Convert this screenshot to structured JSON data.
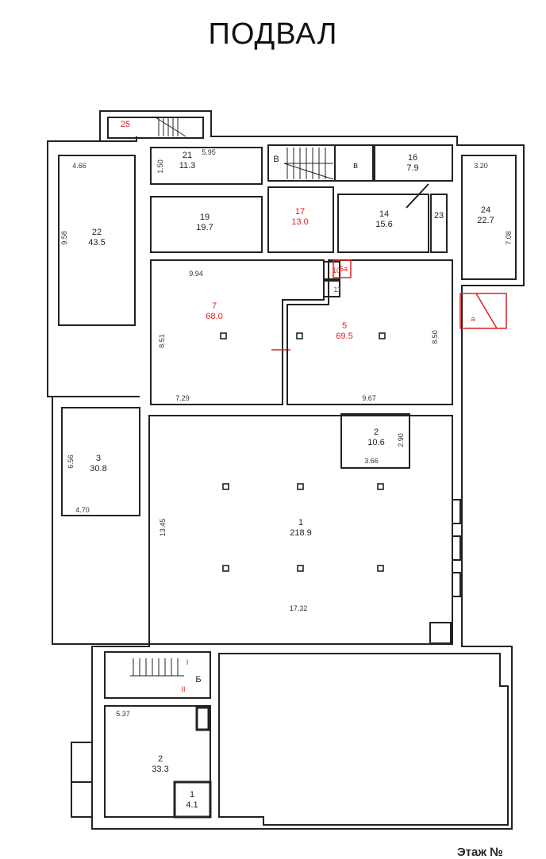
{
  "title": "ПОДВАЛ",
  "footer": "Этаж №",
  "colors": {
    "walls": "#222222",
    "highlight": "#dd2222"
  },
  "rooms": {
    "r25": {
      "num": "25"
    },
    "r22": {
      "num": "22",
      "area": "43.5"
    },
    "r21": {
      "num": "21",
      "area": "11.3"
    },
    "r19": {
      "num": "19",
      "area": "19.7"
    },
    "rV": {
      "num": "В"
    },
    "rv": {
      "num": "в"
    },
    "r16": {
      "num": "16",
      "area": "7.9"
    },
    "r17": {
      "num": "17",
      "area": "13.0"
    },
    "r14": {
      "num": "14",
      "area": "15.6"
    },
    "r23": {
      "num": "23"
    },
    "r24": {
      "num": "24",
      "area": "22.7"
    },
    "r7": {
      "num": "7",
      "area": "68.0"
    },
    "r5": {
      "num": "5",
      "area": "69.5"
    },
    "r10": {
      "num": "10"
    },
    "r5a": {
      "num": "5а"
    },
    "r11": {
      "num": "11"
    },
    "ra": {
      "num": "а"
    },
    "r3": {
      "num": "3",
      "area": "30.8"
    },
    "r1": {
      "num": "1",
      "area": "218.9"
    },
    "r2": {
      "num": "2",
      "area": "10.6"
    },
    "rB": {
      "num": "Б"
    },
    "rI": {
      "num": "I"
    },
    "rII": {
      "num": "II"
    },
    "r2b": {
      "num": "2",
      "area": "33.3"
    },
    "r1b": {
      "num": "1",
      "area": "4.1"
    }
  },
  "dims": {
    "d466": "4.66",
    "d958": "9.58",
    "d150": "1.50",
    "d595": "5.95",
    "d320": "3.20",
    "d708": "7.08",
    "d994": "9.94",
    "d851": "8.51",
    "d729": "7.29",
    "d967": "9.67",
    "d850": "8.50",
    "d656": "6.56",
    "d470": "4.70",
    "d1345": "13.45",
    "d1732": "17.32",
    "d290": "2.90",
    "d366": "3.66",
    "d537": "5.37"
  }
}
